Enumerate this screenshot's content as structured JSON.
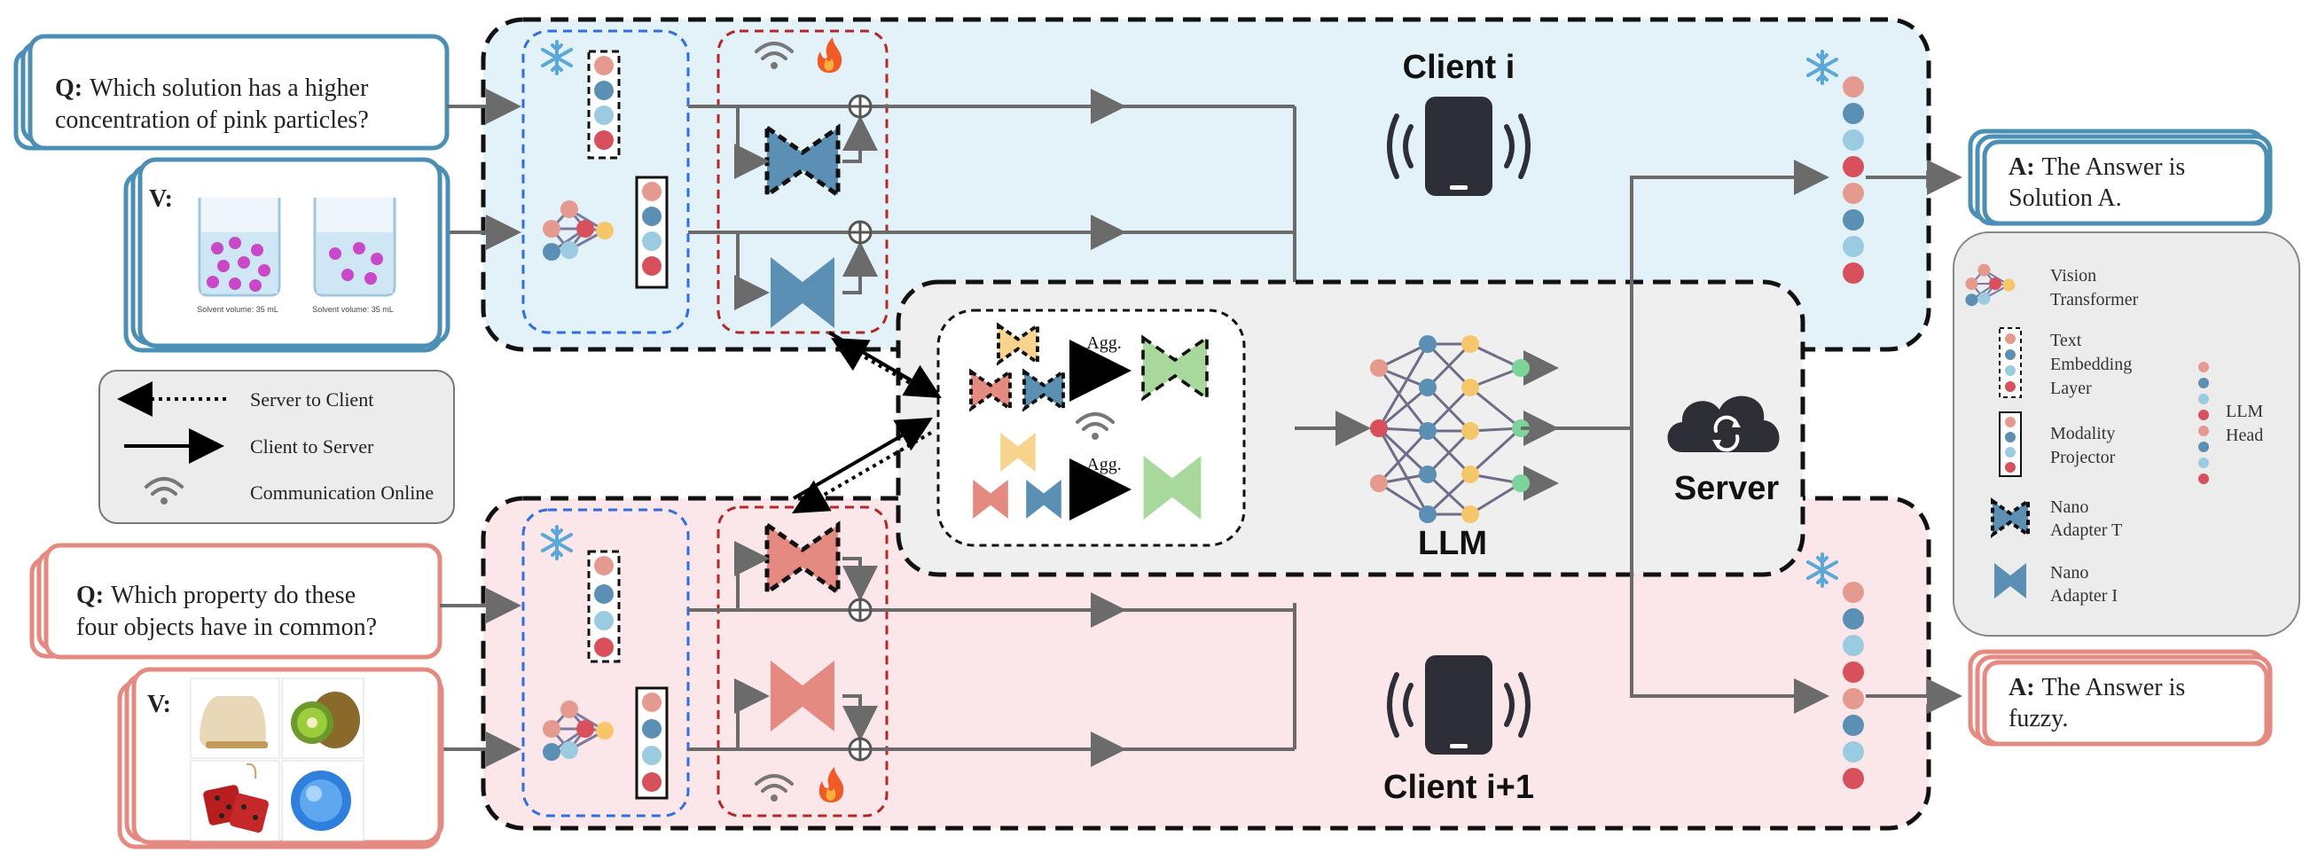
{
  "client_top": {
    "title": "Client i",
    "question_prefix": "Q:",
    "question_line1": "Which solution has a higher",
    "question_line2": "concentration of pink particles?",
    "visual_prefix": "V:",
    "beaker_caption_1": "Solvent volume: 35 mL",
    "beaker_caption_2": "Solvent volume: 35 mL",
    "answer_prefix": "A:",
    "answer_line1": "The Answer is",
    "answer_line2": "Solution A."
  },
  "client_bottom": {
    "title": "Client i+1",
    "question_prefix": "Q:",
    "question_line1": "Which property do these",
    "question_line2": "four objects have in common?",
    "visual_prefix": "V:",
    "answer_prefix": "A:",
    "answer_line1": "The Answer is",
    "answer_line2": "fuzzy."
  },
  "server": {
    "title": "Server",
    "llm_label": "LLM",
    "agg_label_1": "Agg.",
    "agg_label_2": "Agg."
  },
  "legend_left": {
    "server_to_client": "Server to Client",
    "client_to_server": "Client to Server",
    "communication_online": "Communication Online"
  },
  "legend_right": {
    "vision_transformer": [
      "Vision",
      "Transformer"
    ],
    "text_embedding": [
      "Text",
      "Embedding",
      "Layer"
    ],
    "modality_projector": [
      "Modality",
      "Projector"
    ],
    "nano_adapter_t": [
      "Nano",
      "Adapter T"
    ],
    "nano_adapter_i": [
      "Nano",
      "Adapter I"
    ],
    "llm_head": [
      "LLM",
      "Head"
    ]
  },
  "colors": {
    "client_top_bg": "#e3f1f8",
    "client_bottom_bg": "#fbe6ea",
    "server_bg": "#efefef",
    "blue_adapter": "#5b8fb3",
    "salmon_adapter": "#e58a80",
    "yellow_adapter": "#f6d48e",
    "green_adapter": "#a8d89b",
    "question_top_border": "#4c8fb5",
    "question_bottom_border": "#e58a80"
  }
}
